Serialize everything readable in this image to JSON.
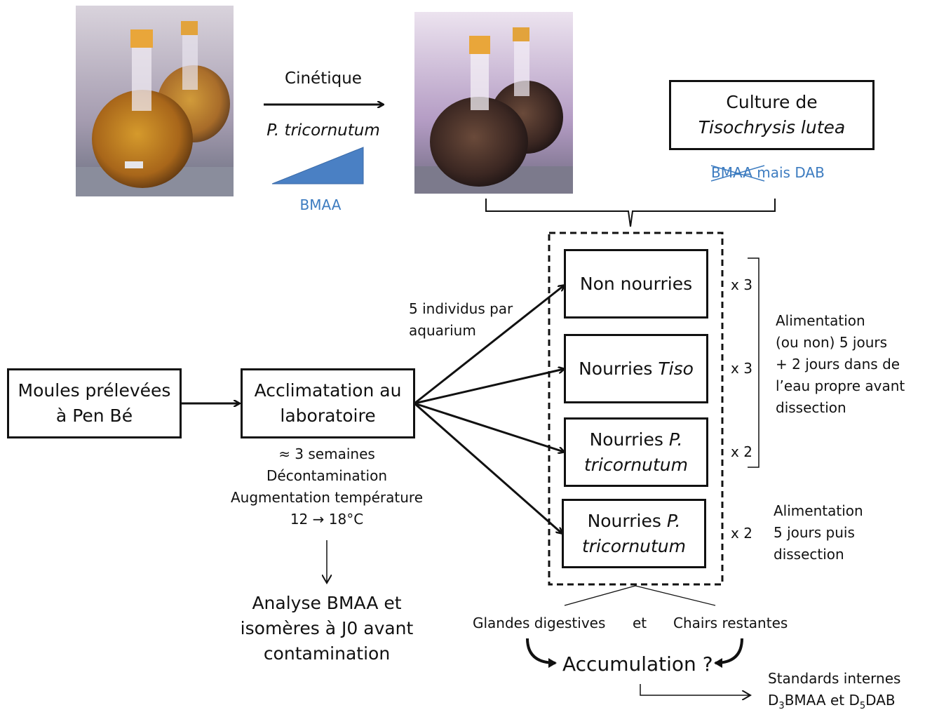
{
  "photos": {
    "before": "flasks-yellow-photo",
    "after": "flasks-dark-photo"
  },
  "kinetics": {
    "label": "Cinétique",
    "species": "P. tricornutum",
    "bmaa": "BMAA"
  },
  "culture": {
    "line1": "Culture de",
    "line2": "Tisochrysis lutea",
    "struck": "BMAA",
    "note": "mais DAB"
  },
  "source": {
    "line1": "Moules prélevées",
    "line2": "à Pen Bé"
  },
  "acclimation": {
    "line1": "Acclimatation au",
    "line2": "laboratoire",
    "details": [
      "≈ 3 semaines",
      "Décontamination",
      "Augmentation température",
      "12 → 18°C"
    ]
  },
  "analysis": {
    "lines": [
      "Analyse BMAA et",
      "isomères à J0 avant",
      "contamination"
    ]
  },
  "distribution": {
    "line1": "5 individus par",
    "line2": "aquarium"
  },
  "groups": [
    {
      "label_normal": "Non nourries",
      "label_italic": "",
      "count": "x 3"
    },
    {
      "label_normal": "Nourries ",
      "label_italic": "Tiso",
      "count": "x 3"
    },
    {
      "label_normal": "Nourries ",
      "label_italic": "P.",
      "label_line2": "tricornutum",
      "count": "x 2"
    },
    {
      "label_normal": "Nourries ",
      "label_italic": "P.",
      "label_line2": "tricornutum",
      "count": "x 2"
    }
  ],
  "protocol_a": [
    "Alimentation",
    "(ou non) 5 jours",
    "+ 2 jours dans de",
    "l’eau propre avant",
    "dissection"
  ],
  "protocol_b": [
    "Alimentation",
    "5 jours puis",
    "dissection"
  ],
  "tissues": {
    "left": "Glandes digestives",
    "mid": "et",
    "right": "Chairs restantes"
  },
  "accumulation": "Accumulation ?",
  "standards": {
    "line1": "Standards internes",
    "d3_prefix": "D",
    "d3_sub": "3",
    "d3_suffix": "BMAA et ",
    "d5_prefix": "D",
    "d5_sub": "5",
    "d5_suffix": "DAB"
  }
}
